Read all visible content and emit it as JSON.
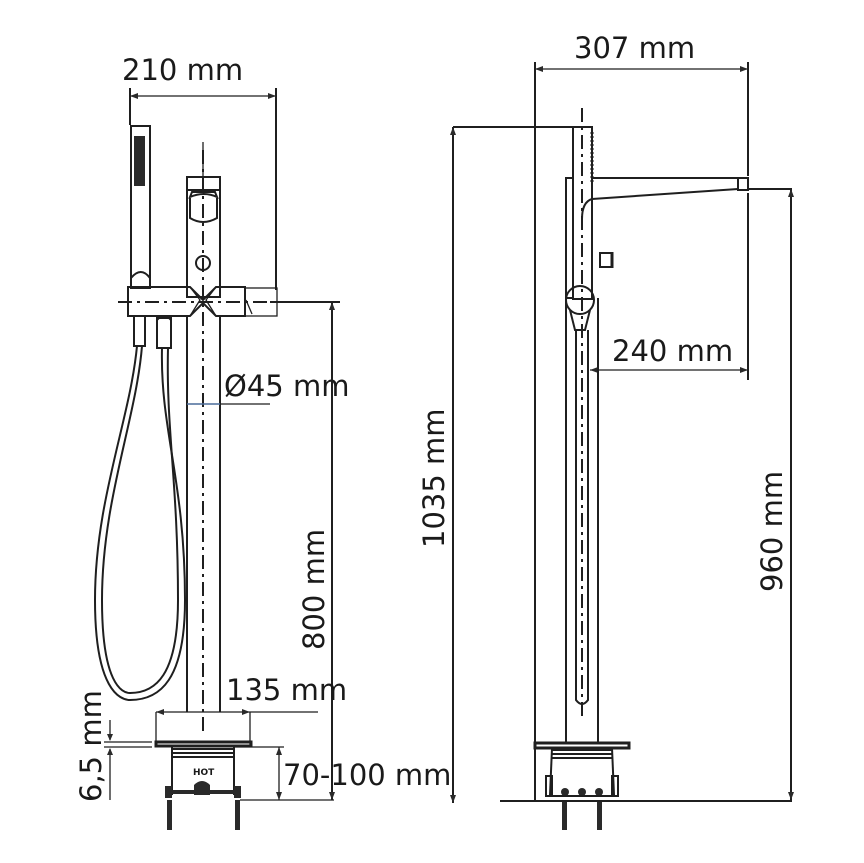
{
  "diagram": {
    "type": "technical-dimension-drawing",
    "subject": "freestanding bath mixer with hand shower",
    "views": [
      {
        "name": "front-view",
        "dimensions": {
          "width_handshower_to_body": "210 mm",
          "pipe_diameter": "Ø45 mm",
          "height_to_outlet": "800 mm",
          "base_diameter": "135 mm",
          "base_plate_thickness": "6,5 mm",
          "installation_depth": "70-100 mm"
        },
        "marking": "HOT"
      },
      {
        "name": "side-view",
        "dimensions": {
          "spout_reach_total": "307 mm",
          "spout_reach_from_pipe": "240 mm",
          "total_height": "1035 mm",
          "spout_height": "960 mm"
        }
      }
    ]
  },
  "colors": {
    "line": "#1f1f1f",
    "background": "#ffffff",
    "diameter_marker": "#4a6c9a"
  }
}
